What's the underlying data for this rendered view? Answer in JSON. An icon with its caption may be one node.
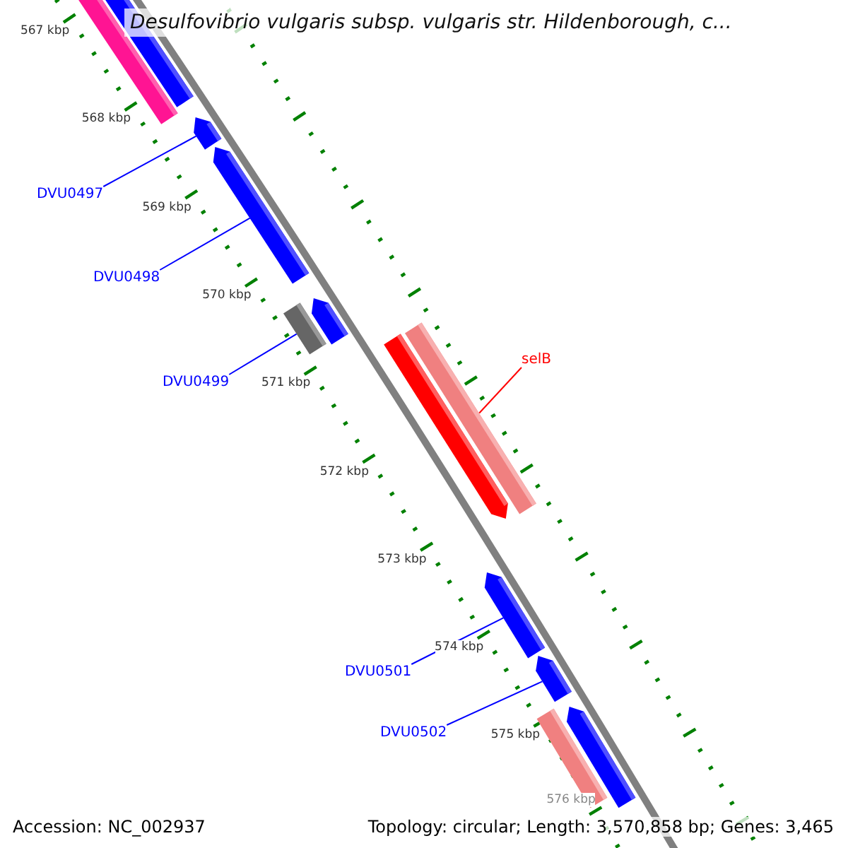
{
  "diagram": {
    "title": "Desulfovibrio vulgaris subsp. vulgaris str. Hildenborough, c...",
    "nodes": [
      {
        "text": [],
        "shape": "bar"
      },
      {
        "text": [],
        "shape": "bar"
      },
      {
        "text": [],
        "shape": "bar"
      },
      {
        "text": [],
        "shape": "bar"
      },
      {
        "text": [],
        "shape": "bar"
      },
      {
        "text": [],
        "shape": "bar"
      },
      {
        "text": [],
        "shape": "bar"
      },
      {
        "text": [],
        "shape": "bar"
      },
      {
        "text": [],
        "shape": "bar"
      },
      {
        "text": [],
        "shape": "bar"
      },
      {
        "text": [],
        "shape": "bar"
      },
      {
        "text": [],
        "shape": "bar"
      },
      {
        "text": [
          "DVU0497"
        ]
      },
      {
        "text": [
          "DVU0498"
        ]
      },
      {
        "text": [
          "DVU0499"
        ]
      },
      {
        "text": [
          "selB"
        ]
      },
      {
        "text": [
          "DVU0501"
        ]
      },
      {
        "text": [
          "DVU0502"
        ]
      }
    ],
    "edges": [
      {
        "from": 12,
        "to": 2,
        "arrow": "none"
      },
      {
        "from": 13,
        "to": 3,
        "arrow": "none"
      },
      {
        "from": 14,
        "to": 4,
        "arrow": "none"
      },
      {
        "from": 15,
        "to": 7,
        "arrow": "none",
        "color": "#ff0000"
      },
      {
        "from": 16,
        "to": 8,
        "arrow": "none"
      },
      {
        "from": 17,
        "to": 9,
        "arrow": "none"
      }
    ],
    "labels": [
      "567 kbp",
      "568 kbp",
      "569 kbp",
      "570 kbp",
      "571 kbp",
      "572 kbp",
      "573 kbp",
      "574 kbp",
      "575 kbp",
      "576 kbp",
      "Accession: NC_002937",
      "Topology: circular; Length: 3,570,858 bp; Genes: 3,465"
    ]
  }
}
